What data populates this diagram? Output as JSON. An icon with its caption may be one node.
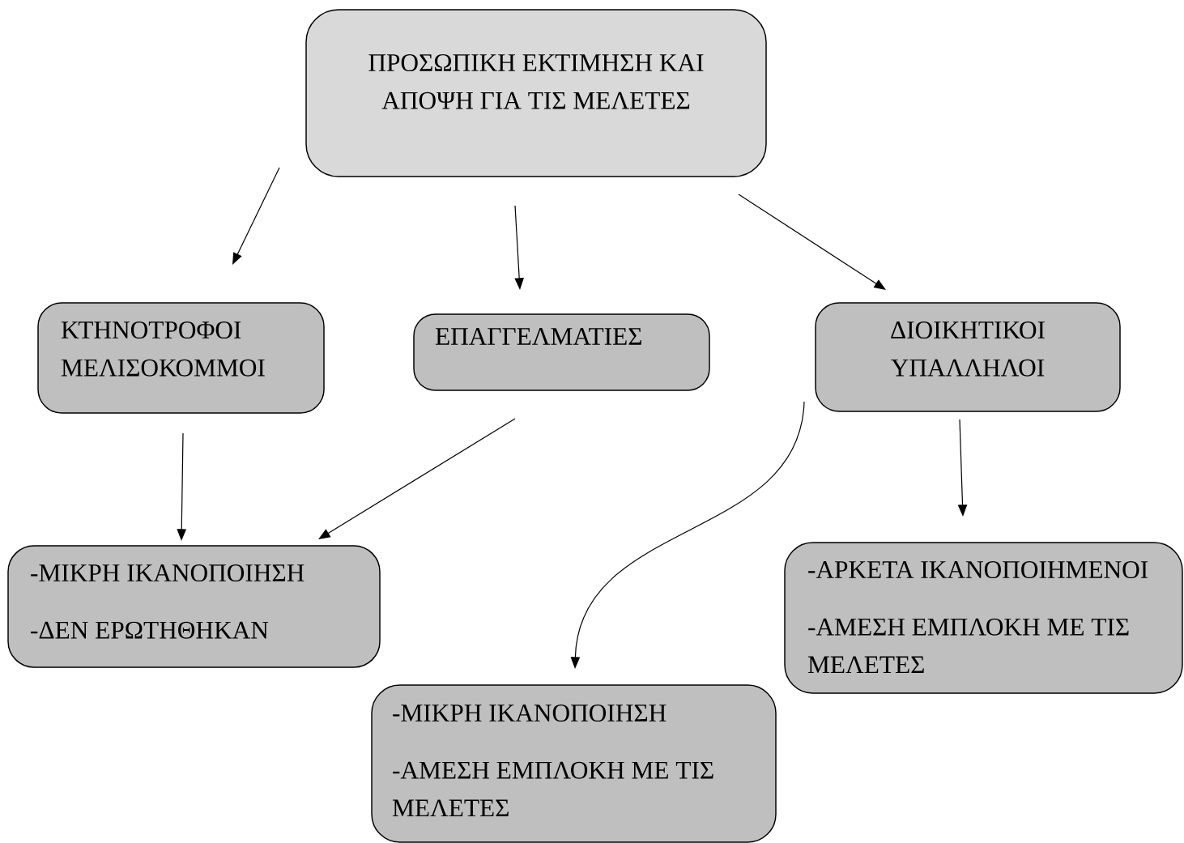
{
  "diagram": {
    "nodes": [
      {
        "text": [
          "ΠΡΟΣΩΠΙΚΗ ΕΚΤΙΜΗΣΗ ΚΑΙ ΑΠΟΨΗ ΓΙΑ ΤΙΣ ΜΕΛΕΤΕΣ"
        ]
      },
      {
        "text": [
          "ΚΤΗΝΟΤΡΟΦΟΙ ΜΕΛΙΣΟΚΟΜΜΟΙ"
        ]
      },
      {
        "text": [
          "ΕΠΑΓΓΕΛΜΑΤΙΕΣ"
        ]
      },
      {
        "text": [
          "ΔΙΟΙΚΗΤΙΚΟΙ ΥΠΑΛΛΗΛΟΙ"
        ]
      },
      {
        "text": [
          "-ΜΙΚΡΗ ΙΚΑΝΟΠΟΙΗΣΗ",
          "-ΔΕΝ ΕΡΩΤΗΘΗΚΑΝ"
        ]
      },
      {
        "text": [
          "-ΜΙΚΡΗ ΙΚΑΝΟΠΟΙΗΣΗ",
          "-ΑΜΕΣΗ ΕΜΠΛΟΚΗ ΜΕ ΤΙΣ ΜΕΛΕΤΕΣ"
        ]
      },
      {
        "text": [
          "-ΑΡΚΕΤΑ ΙΚΑΝΟΠΟΙΗΜΕΝΟΙ",
          "-ΑΜΕΣΗ ΕΜΠΛΟΚΗ ΜΕ ΤΙΣ ΜΕΛΕΤΕΣ"
        ]
      }
    ],
    "edges": [
      {
        "from": 0,
        "to": 1,
        "arrow": "to"
      },
      {
        "from": 0,
        "to": 2,
        "arrow": "to"
      },
      {
        "from": 0,
        "to": 3,
        "arrow": "to"
      },
      {
        "from": 1,
        "to": 4,
        "arrow": "to"
      },
      {
        "from": 2,
        "to": 4,
        "arrow": "to"
      },
      {
        "from": 3,
        "to": 5,
        "arrow": "to"
      },
      {
        "from": 3,
        "to": 6,
        "arrow": "to"
      }
    ]
  }
}
